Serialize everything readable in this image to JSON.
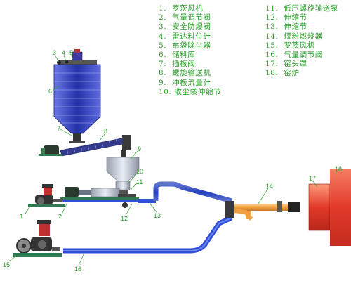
{
  "legend": {
    "left": [
      {
        "num": "1.",
        "text": "罗茨风机"
      },
      {
        "num": "2.",
        "text": "气量调节阀"
      },
      {
        "num": "3.",
        "text": "安全防爆阀"
      },
      {
        "num": "4.",
        "text": "雷达料位计"
      },
      {
        "num": "5.",
        "text": "布袋除尘器"
      },
      {
        "num": "6.",
        "text": "储料库"
      },
      {
        "num": "7.",
        "text": "插板阀"
      },
      {
        "num": "8.",
        "text": "螺旋输送机"
      },
      {
        "num": "9.",
        "text": "冲板流量计"
      },
      {
        "num": "10.",
        "text": "收尘袋伸缩节"
      }
    ],
    "right": [
      {
        "num": "11.",
        "text": "低压螺旋输送泵"
      },
      {
        "num": "12.",
        "text": "伸缩节"
      },
      {
        "num": "13.",
        "text": "伸缩节"
      },
      {
        "num": "14.",
        "text": "煤粉燃烧器"
      },
      {
        "num": "15.",
        "text": "罗茨风机"
      },
      {
        "num": "16.",
        "text": "气量调节阀"
      },
      {
        "num": "17.",
        "text": "窑头罩"
      },
      {
        "num": "18.",
        "text": "窑炉"
      }
    ]
  },
  "callouts": [
    "1",
    "2",
    "3",
    "4",
    "5",
    "6",
    "7",
    "8",
    "9",
    "10",
    "11",
    "12",
    "13",
    "14",
    "15",
    "16",
    "17",
    "18"
  ],
  "colors": {
    "legend_text": "#2aa02a",
    "pipe_blue": "#2f4fd8",
    "silo_blue": "#2b3bb8",
    "kiln_red": "#e23a2a",
    "burner_orange": "#f0a040",
    "machine_dark": "#3a3a3a",
    "base_green": "#2f7a52"
  }
}
